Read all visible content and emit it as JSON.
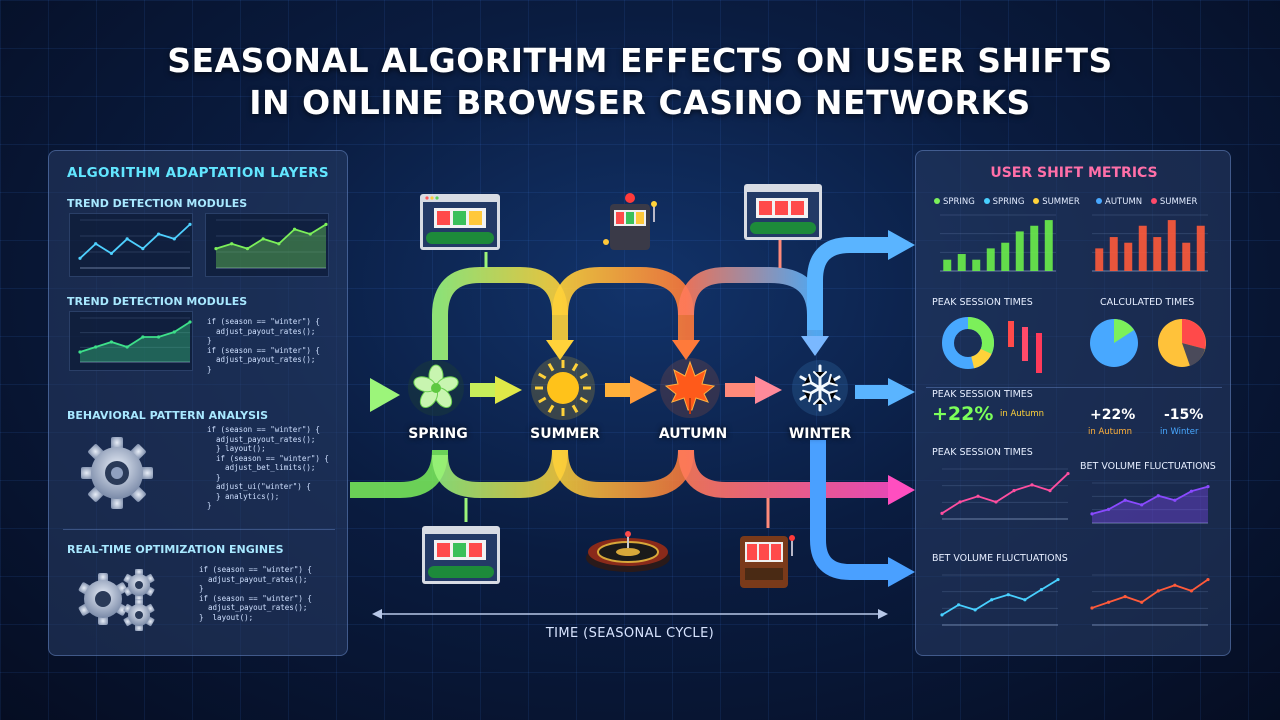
{
  "title": {
    "line1": "SEASONAL ALGORITHM EFFECTS ON USER SHIFTS",
    "line2": "IN ONLINE BROWSER CASINO NETWORKS"
  },
  "left_panel": {
    "heading": "ALGORITHM ADAPTATION LAYERS",
    "sections": [
      {
        "label": "TREND DETECTION MODULES"
      },
      {
        "label": "TREND DETECTION MODULES"
      },
      {
        "label": "BEHAVIORAL PATTERN ANALYSIS"
      },
      {
        "label": "REAL-TIME OPTIMIZATION ENGINES"
      }
    ],
    "code_snippets": [
      "if (season == \"winter\") {\n  adjust_payout_rates();\n}\nif (season == \"winter\") {\n  adjust_payout_rates();\n}",
      "if (season == \"winter\") {\n  adjust_payout_rates();\n  } layout();\n  if (season == \"winter\") {\n    adjust_bet_limits();\n  }\n  adjust_ui(\"winter\") {\n  } analytics();\n}",
      "if (season == \"winter\") {\n  adjust_payout_rates();\n}\nif (season == \"winter\") {\n  adjust_payout_rates();\n}  layout();"
    ],
    "icons": [
      "gear-icon",
      "gears-icon"
    ]
  },
  "diagram": {
    "seasons": [
      {
        "label": "SPRING",
        "icon": "cherry-blossom-icon",
        "color": "#8ff07a"
      },
      {
        "label": "SUMMER",
        "icon": "sun-icon",
        "color": "#ffd23a"
      },
      {
        "label": "AUTUMN",
        "icon": "maple-leaf-icon",
        "color": "#ff7a3a"
      },
      {
        "label": "WINTER",
        "icon": "snowflake-icon",
        "color": "#e6f4ff"
      }
    ],
    "time_label": "TIME (SEASONAL CYCLE)",
    "casino_icons": [
      "slot-machine-browser-icon",
      "slot-machine-icon",
      "roulette-wheel-icon"
    ]
  },
  "right_panel": {
    "heading": "USER SHIFT METRICS",
    "legend_left": [
      "SPRING",
      "SPRING",
      "SUMMER"
    ],
    "legend_right": [
      "AUTUMN",
      "SUMMER"
    ],
    "labels": {
      "peak_session_times_1": "PEAK SESSION TIMES",
      "calculated_times": "CALCULATED TIMES",
      "peak_session_times_2": "PEAK SESSION TIMES",
      "peak_session_times_3": "PEAK SESSION TIMES",
      "bet_volume_1": "BET VOLUME FLUCTUATIONS",
      "bet_volume_2": "BET VOLUME FLUCTUATIONS"
    },
    "stats": [
      {
        "value": "+22%",
        "note": "in Autumn",
        "color": "#7cff5a"
      },
      {
        "value": "+22%",
        "note": "in Autumn",
        "color": "#ffffff"
      },
      {
        "value": "-15%",
        "note": "in Winter",
        "color": "#ffffff"
      }
    ],
    "colors": {
      "spring": "#7cf05a",
      "summer": "#ffd23a",
      "autumn": "#ff6a3a",
      "winter": "#48a8ff",
      "accent": "#ff4ea0"
    }
  },
  "chart_data": [
    {
      "type": "line",
      "title": "",
      "values": [
        2,
        5,
        3,
        6,
        4,
        7,
        6,
        9
      ]
    },
    {
      "type": "area",
      "title": "",
      "values": [
        4,
        5,
        4,
        6,
        5,
        8,
        7,
        9
      ]
    },
    {
      "type": "area",
      "title": "",
      "values": [
        2,
        3,
        4,
        3,
        5,
        5,
        6,
        8
      ]
    },
    {
      "type": "bar",
      "title": "",
      "values": [
        2,
        3,
        2,
        4,
        5,
        7,
        8,
        9
      ]
    },
    {
      "type": "bar",
      "title": "",
      "values": [
        4,
        6,
        5,
        8,
        6,
        9,
        5,
        8
      ]
    },
    {
      "type": "line",
      "title": "",
      "values": [
        1,
        3,
        4,
        3,
        5,
        6,
        5,
        8
      ]
    },
    {
      "type": "area",
      "title": "",
      "values": [
        2,
        3,
        5,
        4,
        6,
        5,
        7,
        8
      ]
    },
    {
      "type": "line",
      "title": "",
      "values": [
        2,
        4,
        3,
        5,
        6,
        5,
        7,
        9
      ]
    },
    {
      "type": "line",
      "title": "",
      "values": [
        3,
        4,
        5,
        4,
        6,
        7,
        6,
        8
      ]
    }
  ]
}
